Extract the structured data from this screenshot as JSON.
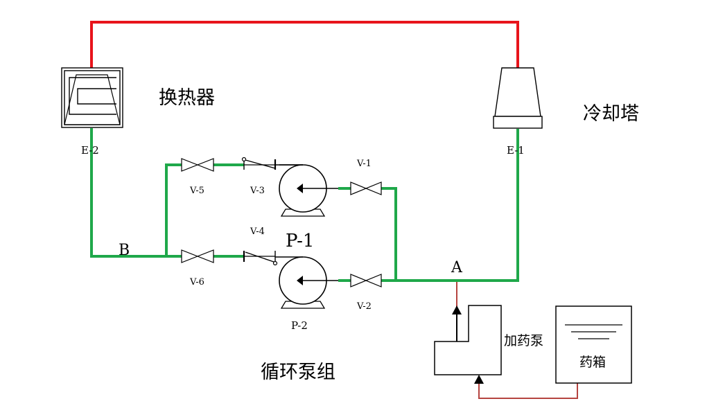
{
  "labels": {
    "heat_exchanger": "换热器",
    "cooling_tower": "冷却塔",
    "e2": "E-2",
    "e1": "E-1",
    "v1": "V-1",
    "v2": "V-2",
    "v3": "V-3",
    "v4": "V-4",
    "v5": "V-5",
    "v6": "V-6",
    "p1": "P-1",
    "p2": "P-2",
    "node_a": "A",
    "node_b": "B",
    "dosing_pump": "加药泵",
    "chemical_tank": "药箱",
    "pump_group": "循环泵组"
  },
  "colors": {
    "hot_line": "#e8141b",
    "cold_line": "#1fa84a",
    "dosing_line": "#b5433f",
    "stroke": "#000000"
  }
}
